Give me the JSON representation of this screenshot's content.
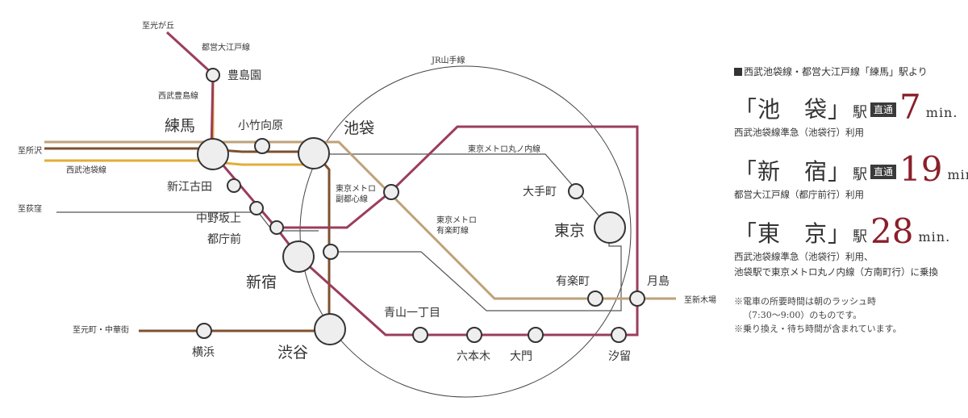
{
  "stations": {
    "hikarigaoka": "至光が丘",
    "toshimaen": "豊島園",
    "nerima": "練馬",
    "kotakemukaihara": "小竹向原",
    "ikebukuro": "池袋",
    "shinegota": "新江古田",
    "nakanosakaue": "中野坂上",
    "tochomae": "都庁前",
    "shinjuku": "新宿",
    "shibuya": "渋谷",
    "yokohama": "横浜",
    "aoyama": "青山一丁目",
    "roppongi": "六本木",
    "daimon": "大門",
    "shiodome": "汐留",
    "otemachi": "大手町",
    "tokyo": "東京",
    "yurakucho": "有楽町",
    "tsukishima": "月島",
    "tokorozawa": "至所沢",
    "ogikubo": "至荻窪",
    "shinkiba": "至新木場",
    "motomachi": "至元町・中華街"
  },
  "lines": {
    "oedo": "都営大江戸線",
    "toshima": "西武豊島線",
    "ikebukuro_seibu": "西武池袋線",
    "yamanote": "JR山手線",
    "marunouchi": "東京メトロ丸ノ内線",
    "fukutoshin_1": "東京メトロ",
    "fukutoshin_2": "副都心線",
    "yurakucho_1": "東京メトロ",
    "yurakucho_2": "有楽町線"
  },
  "panel": {
    "header": "西武池袋線・都営大江戸線「練馬」駅より",
    "badge": "直通",
    "station_suffix": "駅",
    "unit": "min.",
    "routes": [
      {
        "station": "「池　袋」",
        "direct": true,
        "minutes": "7",
        "notes": [
          "西武池袋線準急（池袋行）利用"
        ]
      },
      {
        "station": "「新　宿」",
        "direct": true,
        "minutes": "19",
        "notes": [
          "都営大江戸線（都庁前行）利用"
        ]
      },
      {
        "station": "「東　京」",
        "direct": false,
        "minutes": "28",
        "notes": [
          "西武池袋線準急（池袋行）利用、",
          "池袋駅で東京メトロ丸ノ内線（方南町行）に乗換"
        ]
      }
    ],
    "footnotes": [
      "※電車の所要時間は朝のラッシュ時",
      "（7:30〜9:00）のものです。",
      "※乗り換え・待ち時間が含まれています。"
    ]
  },
  "colors": {
    "oedo": "#9b3d5c",
    "seibu_toshima": "#e3ad3a",
    "fukutoshin": "#7d5230",
    "yurakucho": "#bea27a",
    "marunouchi": "#555555",
    "yamanote": "#444444",
    "accent_minutes": "#8a1f2a"
  }
}
